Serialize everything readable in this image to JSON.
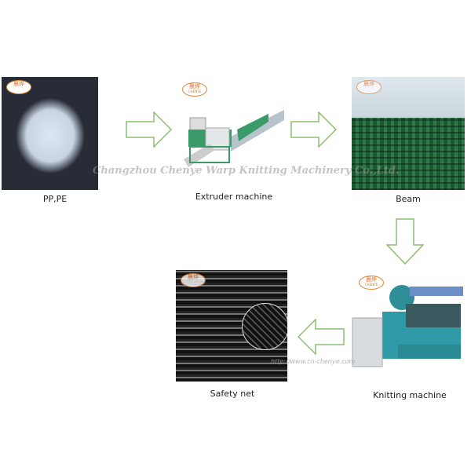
{
  "steps": [
    {
      "label": "PP,PE"
    },
    {
      "label": "Extruder machine"
    },
    {
      "label": "Beam"
    },
    {
      "label": "Knitting machine"
    },
    {
      "label": "Safety net"
    }
  ],
  "watermark": "Changzhou Chenye Warp Knitting Machinery Co.,Ltd.",
  "watermark_url": "http://www.cn-chenye.com",
  "logo": {
    "cn": "晨烨",
    "en": "CHENYE"
  },
  "colors": {
    "arrow": "#8cc070",
    "logo": "#e08a3c"
  }
}
